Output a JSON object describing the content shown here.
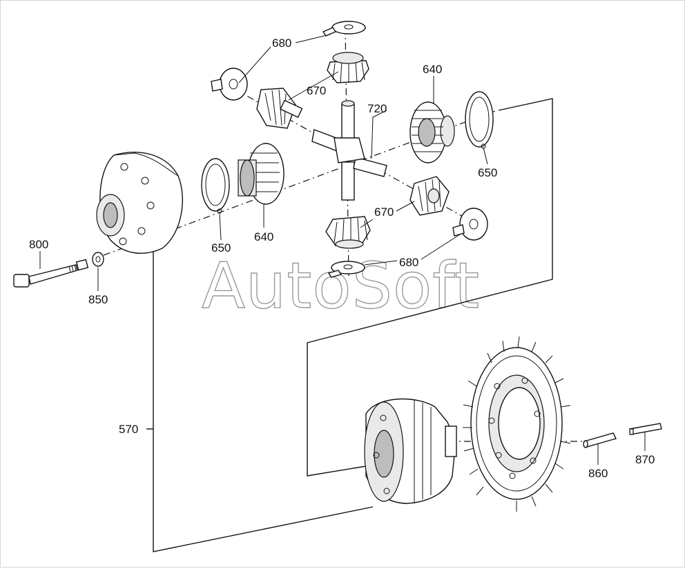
{
  "watermark": "AutoSoft",
  "callouts": {
    "c680_top": "680",
    "c670_top": "670",
    "c720": "720",
    "c640_right": "640",
    "c650_right": "650",
    "c640_left": "640",
    "c650_left": "650",
    "c670_bottom": "670",
    "c680_bottom": "680",
    "c800": "800",
    "c850": "850",
    "c570": "570",
    "c860": "860",
    "c870": "870"
  }
}
